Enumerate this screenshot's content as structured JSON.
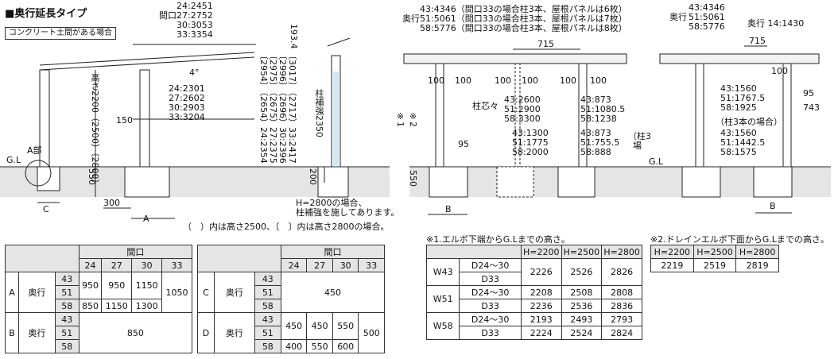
{
  "title": "■奥行延長タイプ",
  "case_badge": "コンクリート土間がある場合",
  "notes": {
    "h2800": "H=2800の場合、",
    "h2800b": "柱補強を施してあります。",
    "paren": "（　）内は高さ2500、〔　〕内は高さ2800の場合。",
    "n1": "※1.エルボ下端からG.Lまでの高さ。",
    "n2": "※2.ドレインエルボ下面からG.Lまでの高さ。"
  },
  "labels": {
    "gl": "G.L",
    "a_part": "A部",
    "width": "間口",
    "depth": "奥行",
    "post_reinforce": "柱補強2350",
    "height_main": "高さ2200（2500）〔2800〕",
    "angle": "4°",
    "col_center": "柱芯々",
    "col3_case": "（柱3本の場合）",
    "depth_ext": "奥行 14:1430",
    "star1": "※1",
    "star2": "※2",
    "col3_side": "（柱3",
    "col3_side2": "場",
    "a": "A",
    "b": "B",
    "c": "C"
  },
  "dims": {
    "maguchi": [
      "24:2451",
      "27:2752",
      "30:3053",
      "33:3354"
    ],
    "d_lower": [
      "24:2301",
      "27:2602",
      "30:2903",
      "33:3204"
    ],
    "post_h1": [
      "24:2354",
      "27:2375",
      "30:2396",
      "33:2417"
    ],
    "post_h2": [
      "（2654）",
      "（2675）",
      "（2696）",
      "（2717）"
    ],
    "post_h3": [
      "〔2954〕",
      "〔2975〕",
      "〔2996〕",
      "〔3017〕"
    ],
    "v1934": "193.4",
    "v550": "550",
    "v200": "200",
    "h150": "150",
    "h300": "300",
    "v95": "95",
    "h715": "715",
    "h100": "100",
    "h743": "743",
    "v95b": "95",
    "front_depth": [
      "43:4346（間口33の場合柱3本、屋根パネルは6枚）",
      "51:5061（間口33の場合柱3本、屋根パネルは7枚）",
      "58:5776（間口33の場合柱3本、屋根パネルは8枚）"
    ],
    "front_depth_prefix": "奥行",
    "mid_top": [
      "43:2600",
      "51:2900",
      "58:3300"
    ],
    "mid_bot": [
      "43:1300",
      "51:1775",
      "58:2000"
    ],
    "r_top": [
      "43:873",
      "51:1080.5",
      "58:1238"
    ],
    "r_bot": [
      "43:873",
      "51:755.5",
      "58:888"
    ],
    "side_depth": [
      "43:4346",
      "51:5061",
      "58:5776"
    ],
    "side_top": [
      "43:1560",
      "51:1767.5",
      "58:1925"
    ],
    "side_bot": [
      "43:1560",
      "51:1442.5",
      "58:1575"
    ]
  },
  "table_ab": {
    "header": "間口",
    "cols": [
      "24",
      "27",
      "30",
      "33"
    ],
    "rows_a": [
      [
        "950",
        "950",
        "1150",
        "1050"
      ],
      [
        "850",
        "1150",
        "1300",
        "1050"
      ]
    ],
    "b_value": "850",
    "depth_keys": [
      "43",
      "51",
      "58"
    ]
  },
  "table_cd": {
    "header": "間口",
    "cols": [
      "24",
      "27",
      "30",
      "33"
    ],
    "c_value": "450",
    "rows_d": [
      [
        "450",
        "450",
        "550",
        "500"
      ],
      [
        "400",
        "550",
        "600",
        "500"
      ]
    ]
  },
  "table_h1": {
    "cols": [
      "H=2200",
      "H=2500",
      "H=2800"
    ],
    "groups": [
      {
        "name": "W43",
        "rows": [
          [
            "D24〜30",
            "2226",
            "2526",
            "2826"
          ],
          [
            "D33",
            "",
            "",
            ""
          ]
        ]
      },
      {
        "name": "W51",
        "rows": [
          [
            "D24〜30",
            "2208",
            "2508",
            "2808"
          ],
          [
            "D33",
            "2236",
            "2536",
            "2836"
          ]
        ]
      },
      {
        "name": "W58",
        "rows": [
          [
            "D24〜30",
            "2193",
            "2493",
            "2793"
          ],
          [
            "D33",
            "2224",
            "2524",
            "2824"
          ]
        ]
      }
    ]
  },
  "table_h2": {
    "cols": [
      "H=2200",
      "H=2500",
      "H=2800"
    ],
    "values": [
      "2219",
      "2519",
      "2819"
    ]
  }
}
